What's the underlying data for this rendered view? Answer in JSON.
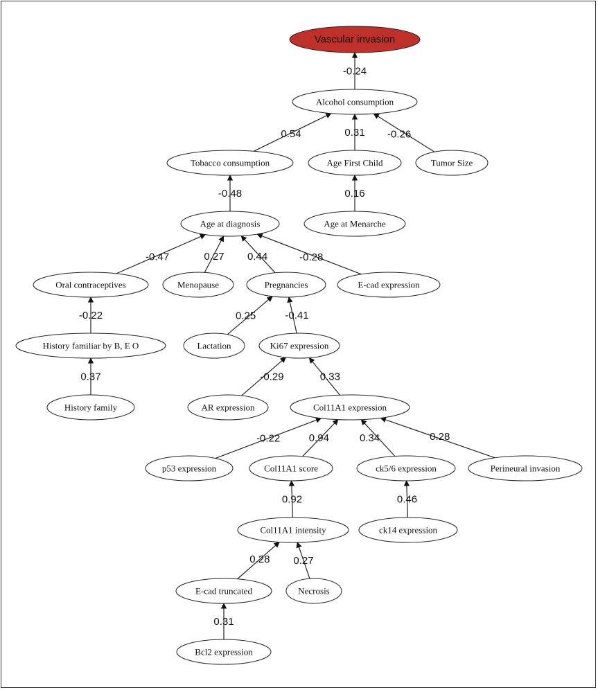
{
  "diagram": {
    "root_color": "#c0302a",
    "nodes": {
      "vascular": "Vascular invasion",
      "alcohol": "Alcohol consumption",
      "tobacco": "Tobacco consumption",
      "agefirst": "Age First Child",
      "tumor": "Tumor Size",
      "menarche": "Age at Menarche",
      "agediag": "Age at diagnosis",
      "oral": "Oral contraceptives",
      "menopause": "Menopause",
      "pregnancies": "Pregnancies",
      "ecad": "E-cad expression",
      "histfam_beo": "History familiar by B, E O",
      "lactation": "Lactation",
      "ki67": "Ki67 expression",
      "histfam": "History family",
      "ar": "AR expression",
      "col11a1expr": "Col11A1 expression",
      "p53": "p53 expression",
      "col11a1score": "Col11A1 score",
      "ck56": "ck5/6 expression",
      "perineural": "Perineural invasion",
      "col11a1int": "Col11A1 intensity",
      "ck14": "ck14 expression",
      "ecadtrunc": "E-cad truncated",
      "necrosis": "Necrosis",
      "bcl2": "Bcl2 expression"
    },
    "edges": [
      {
        "from": "alcohol",
        "to": "vascular",
        "weight": "-0.24"
      },
      {
        "from": "tobacco",
        "to": "alcohol",
        "weight": "0.54"
      },
      {
        "from": "agefirst",
        "to": "alcohol",
        "weight": "0.31"
      },
      {
        "from": "tumor",
        "to": "alcohol",
        "weight": "-0.26"
      },
      {
        "from": "agediag",
        "to": "tobacco",
        "weight": "-0.48"
      },
      {
        "from": "menarche",
        "to": "agefirst",
        "weight": "0.16"
      },
      {
        "from": "oral",
        "to": "agediag",
        "weight": "-0.47"
      },
      {
        "from": "menopause",
        "to": "agediag",
        "weight": "0.27"
      },
      {
        "from": "pregnancies",
        "to": "agediag",
        "weight": "0.44"
      },
      {
        "from": "ecad",
        "to": "agediag",
        "weight": "-0.28"
      },
      {
        "from": "histfam_beo",
        "to": "oral",
        "weight": "-0.22"
      },
      {
        "from": "lactation",
        "to": "pregnancies",
        "weight": "0.25"
      },
      {
        "from": "ki67",
        "to": "pregnancies",
        "weight": "-0.41"
      },
      {
        "from": "histfam",
        "to": "histfam_beo",
        "weight": "0.37"
      },
      {
        "from": "ar",
        "to": "ki67",
        "weight": "-0.29"
      },
      {
        "from": "col11a1expr",
        "to": "ki67",
        "weight": "0.33"
      },
      {
        "from": "p53",
        "to": "col11a1expr",
        "weight": "-0.22"
      },
      {
        "from": "col11a1score",
        "to": "col11a1expr",
        "weight": "0.94"
      },
      {
        "from": "ck56",
        "to": "col11a1expr",
        "weight": "0.34"
      },
      {
        "from": "perineural",
        "to": "col11a1expr",
        "weight": "0.28"
      },
      {
        "from": "col11a1int",
        "to": "col11a1score",
        "weight": "0.92"
      },
      {
        "from": "ck14",
        "to": "ck56",
        "weight": "0.46"
      },
      {
        "from": "ecadtrunc",
        "to": "col11a1int",
        "weight": "0.28"
      },
      {
        "from": "necrosis",
        "to": "col11a1int",
        "weight": "0.27"
      },
      {
        "from": "bcl2",
        "to": "ecadtrunc",
        "weight": "0.31"
      }
    ]
  }
}
